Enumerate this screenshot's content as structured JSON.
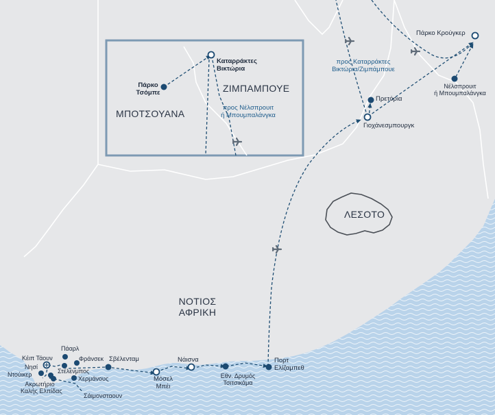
{
  "map": {
    "countries": {
      "botswana": "ΜΠΟΤΣΟΥΑΝΑ",
      "zimbabwe": "ΖΙΜΠΑΜΠΟΥΕ",
      "lesotho": "ΛΕΣΟΤΟ",
      "south_africa_line1": "ΝΟΤΙΟΣ",
      "south_africa_line2": "ΑΦΡΙΚΗ"
    },
    "places": {
      "chobe_line1": "Πάρκο",
      "chobe_line2": "Τσόμπε",
      "victoria_falls_line1": "Καταρράκτες",
      "victoria_falls_line2": "Βικτώρια",
      "kruger": "Πάρκο Κρούγκερ",
      "nelspruit_line1": "Νέλσπρουιτ",
      "nelspruit_line2": "ή Μπουμπαλάνγκα",
      "pretoria": "Πρετόρια",
      "johannesburg": "Γιοχάνεσμπουργκ",
      "port_elizabeth_line1": "Πορτ",
      "port_elizabeth_line2": "Ελίζαμπεθ",
      "knysna": "Νάισνα",
      "tsitsikamma_line1": "Εθν. Δρυμός",
      "tsitsikamma_line2": "Τσιτσικάμα",
      "mossel_bay_line1": "Μόσελ",
      "mossel_bay_line2": "Μπέι",
      "swellendam": "Σβέλενταμ",
      "cape_town": "Κέιπ Τάουν",
      "robben_island": "Νησί",
      "duiker": "Ντούικερ",
      "cape_point_line1": "Ακρωτήριο",
      "cape_point_line2": "Καλής Ελπίδας",
      "paarl": "Πάαρλ",
      "franschhoek": "Φράνσεκ",
      "stellenbosch": "Στέλενμπος",
      "hermanus": "Χερμάνους",
      "simons_town": "Σάιμονσταουν"
    },
    "routes": {
      "to_nelspruit_line1": "προς Νέλσπρουιτ",
      "to_nelspruit_line2": "ή Μπουμπαλάνγκα",
      "to_victoria_line1": "προς Καταρράκτες",
      "to_victoria_line2": "Βικτώρια/Ζιμπάμπουε"
    },
    "colors": {
      "land": "#e6e7e9",
      "sea": "#b9d3ea",
      "waves": "#ffffff",
      "route": "#1f4e73",
      "marker": "#1c4a72",
      "inset_border": "#7d9ab3",
      "text": "#1e2a3c",
      "route_text": "#1f5d8c"
    }
  }
}
